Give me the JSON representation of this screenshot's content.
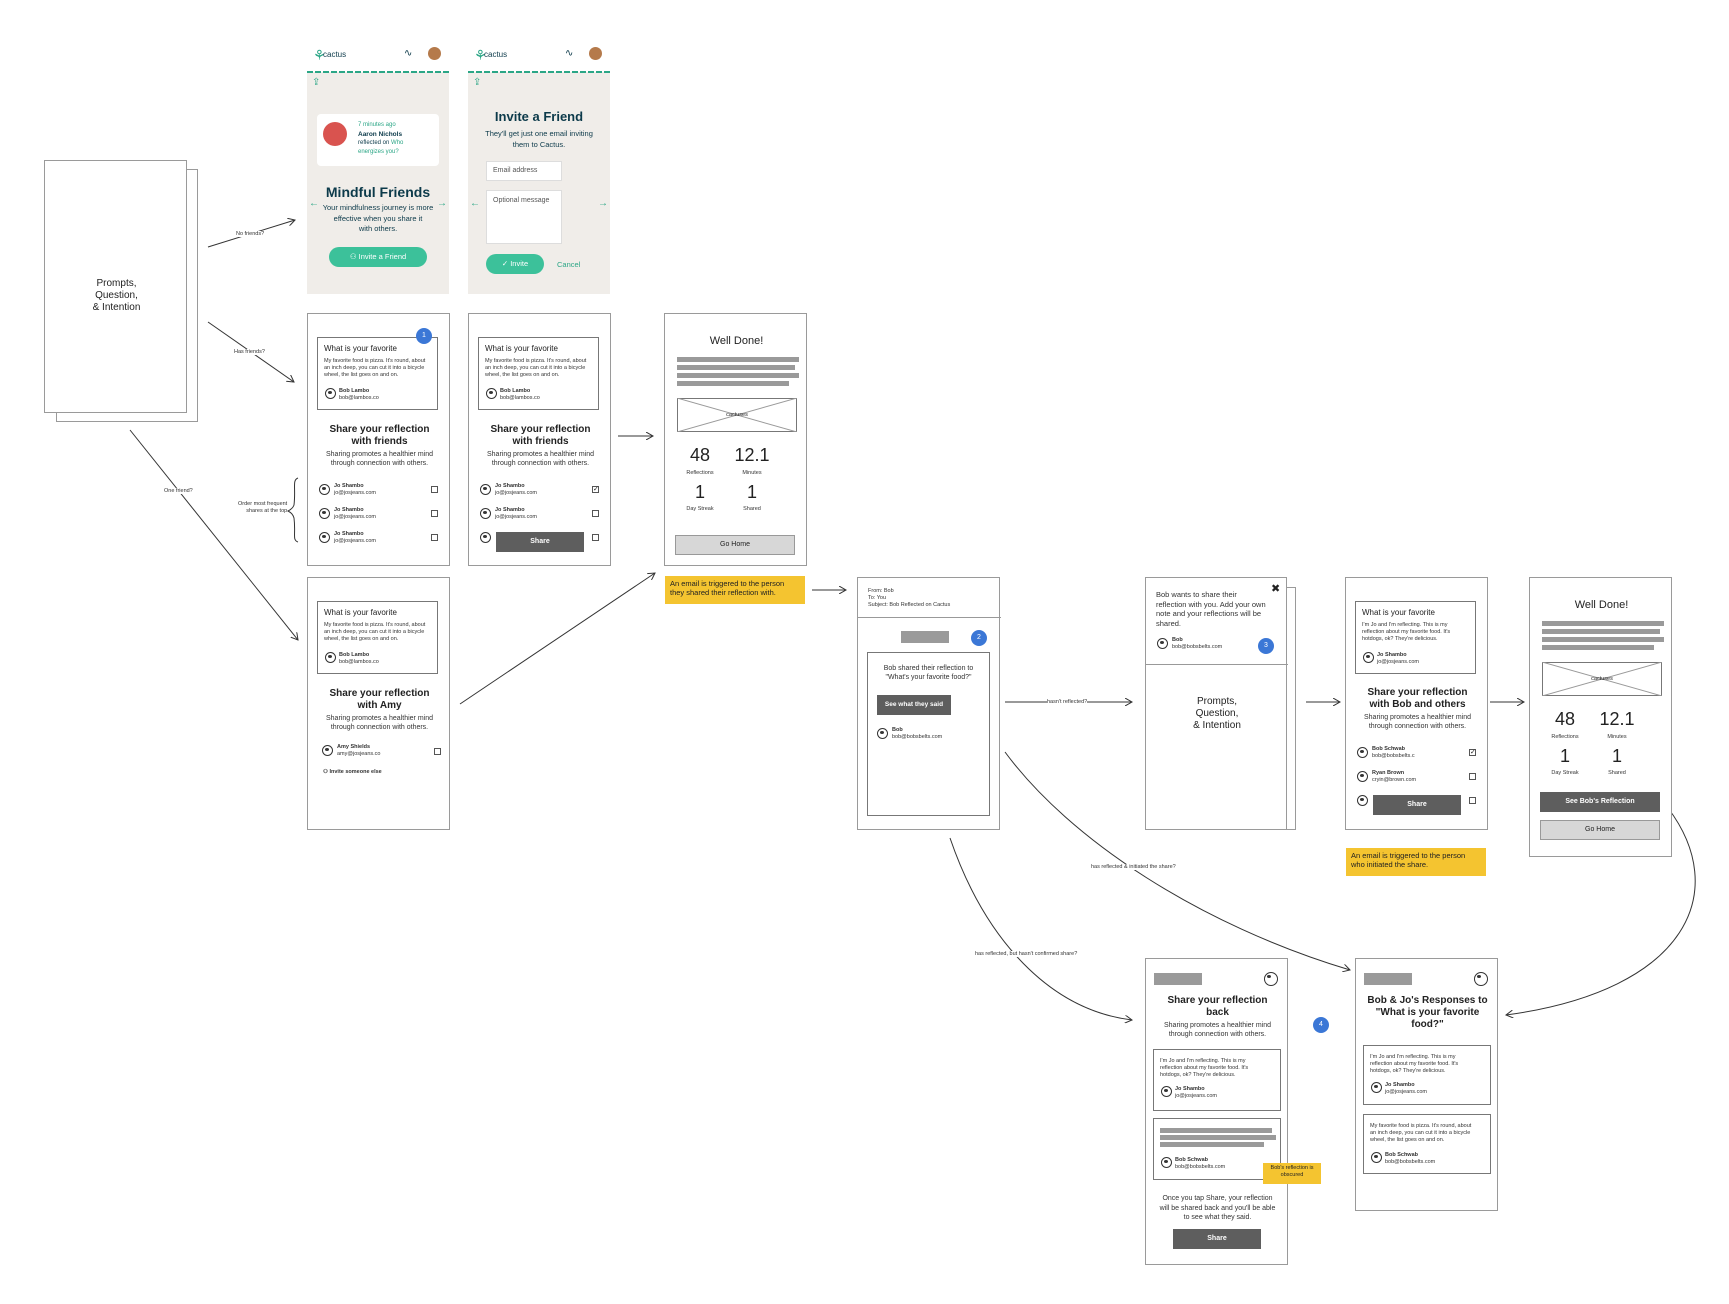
{
  "start": {
    "label_lines": [
      "Prompts,",
      "Question,",
      "& Intention"
    ]
  },
  "edge_labels": {
    "no_friends": "No friends?",
    "has_friends": "Has friends?",
    "one_friend": "One friend?",
    "order_note_lines": [
      "Order most frequent",
      "shares at the top"
    ],
    "hasnt_reflected": "hasn't reflected?",
    "has_reflected_initiated": "has reflected & initiated the share?",
    "has_reflected_not_confirmed": "has reflected, but hasn't confirmed share?"
  },
  "app": {
    "brand": "cactus"
  },
  "mindful": {
    "time": "7 minutes ago",
    "name": "Aaron Nichols",
    "reflected_prefix": "reflected on ",
    "reflected_link": "Who",
    "reflected_link2": "energizes you?",
    "title": "Mindful Friends",
    "subtitle_lines": [
      "Your mindfulness journey is more",
      "effective when you share it",
      "with others."
    ],
    "invite_button": "Invite a Friend"
  },
  "invite": {
    "title": "Invite a Friend",
    "subtitle_lines": [
      "They'll get just one email inviting",
      "them to Cactus."
    ],
    "email_placeholder": "Email address",
    "message_placeholder": "Optional message",
    "invite_button": "Invite",
    "cancel": "Cancel"
  },
  "share_friends": {
    "prompt_title": "What is your favorite",
    "prompt_text": [
      "My favorite food is pizza. It's round, about",
      "an inch deep, you can cut it into a bicycle",
      "wheel, the list goes on and on."
    ],
    "author_name": "Bob Lambo",
    "author_email": "bob@lambos.co",
    "title_lines": [
      "Share your reflection",
      "with friends"
    ],
    "subtitle_lines": [
      "Sharing promotes a healthier mind",
      "through connection with others."
    ],
    "friends": [
      {
        "name": "Jo Shambo",
        "email": "jo@josjeans.com"
      },
      {
        "name": "Jo Shambo",
        "email": "jo@josjeans.com"
      },
      {
        "name": "Jo Shambo",
        "email": "jo@josjeans.com"
      }
    ],
    "badge": "1",
    "share_button": "Share"
  },
  "share_amy": {
    "title_lines": [
      "Share your reflection",
      "with Amy"
    ],
    "friend_name": "Amy Shields",
    "friend_email": "amy@josjeans.co",
    "invite_other": "Invite someone else"
  },
  "well_done": {
    "title": "Well Done!",
    "image_label": "cactuses",
    "stats": [
      {
        "value": "48",
        "label": "Reflections"
      },
      {
        "value": "12.1",
        "label": "Minutes"
      },
      {
        "value": "1",
        "label": "Day Streak"
      },
      {
        "value": "1",
        "label": "Shared"
      }
    ],
    "go_home": "Go Home",
    "see_bobs": "See Bob's Reflection"
  },
  "notes": {
    "email_triggered_1": "An email is triggered to the person they shared their reflection with.",
    "email_triggered_2": "An email is triggered to the person who initiated the share.",
    "bob_obscured": "Bob's reflection is obscured"
  },
  "email": {
    "from": "From: Bob",
    "to": "To: You",
    "subject": "Subject: Bob Reflected on Cactus",
    "badge": "2",
    "body_lines": [
      "Bob shared their reflection to",
      "\"What's your favorite food?\""
    ],
    "see_button": "See what they said",
    "sender_name": "Bob",
    "sender_email": "bob@bobsbelts.com"
  },
  "modal": {
    "text_lines": [
      "Bob wants to share their",
      "reflection with you. Add your own",
      "note and your reflections will be",
      "shared."
    ],
    "name": "Bob",
    "email": "bob@bobsbelts.com",
    "badge": "3",
    "close": "✖",
    "prompt_lines": [
      "Prompts,",
      "Question,",
      "& Intention"
    ]
  },
  "share_bob": {
    "prompt_title": "What is your favorite",
    "prompt_text": [
      "I'm Jo and I'm reflecting. This is my",
      "reflection about my favorite food. It's",
      "hotdogs, ok? They're delicious."
    ],
    "author_name": "Jo Shambo",
    "author_email": "jo@josjeans.com",
    "title_lines": [
      "Share your reflection",
      "with Bob and others"
    ],
    "friends": [
      {
        "name": "Bob Schwab",
        "email": "bob@bobsbelts.c"
      },
      {
        "name": "Ryan Brown",
        "email": "cryin@brown.com"
      }
    ]
  },
  "share_back": {
    "title_lines": [
      "Share your reflection",
      "back"
    ],
    "badge": "4",
    "card1_text": [
      "I'm Jo and I'm reflecting. This is my",
      "reflection about my favorite food. It's",
      "hotdogs, ok? They're delicious."
    ],
    "card1_name": "Jo Shambo",
    "card1_email": "jo@josjeans.com",
    "card2_name": "Bob Schwab",
    "card2_email": "bob@bobsbelts.com",
    "footer_lines": [
      "Once you tap Share, your reflection",
      "will be shared back and you'll be able",
      "to see what they said."
    ],
    "share_button": "Share"
  },
  "responses": {
    "title_lines": [
      "Bob & Jo's Responses to",
      "\"What is your favorite",
      "food?\""
    ],
    "card2_text": [
      "My favorite food is pizza. It's round, about",
      "an inch deep, you can cut it into a bicycle",
      "wheel, the list goes on and on."
    ]
  }
}
